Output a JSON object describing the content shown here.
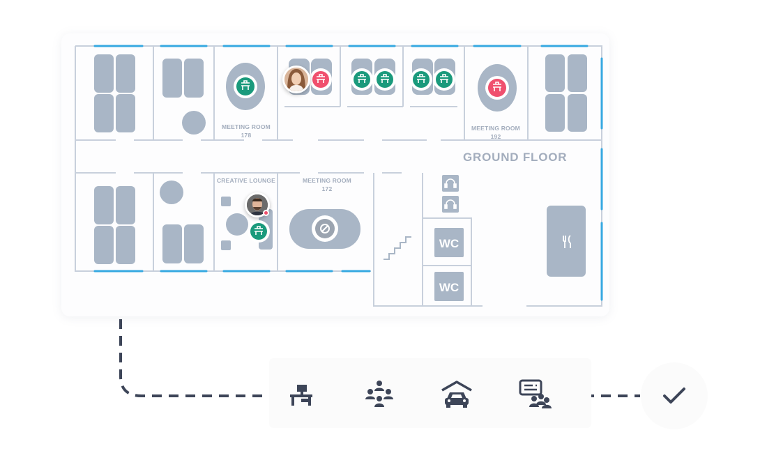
{
  "floor": {
    "title": "GROUND FLOOR"
  },
  "rooms": {
    "meeting_178": {
      "name": "MEETING ROOM",
      "number": "178"
    },
    "meeting_192": {
      "name": "MEETING ROOM",
      "number": "192"
    },
    "creative_lounge": {
      "name": "CREATIVE LOUNGE"
    },
    "meeting_172": {
      "name": "MEETING ROOM",
      "number": "172"
    }
  },
  "wc": {
    "label_1": "WC",
    "label_2": "WC"
  },
  "icons": {
    "desk": "desk-icon",
    "team": "team-icon",
    "parking": "parking-garage-icon",
    "meeting": "meeting-room-icon",
    "confirm": "checkmark-icon",
    "phone_booth": "headset-icon",
    "cafeteria": "fork-knife-icon",
    "stairs": "stairs-icon"
  },
  "colors": {
    "available": "#1a9a7c",
    "occupied": "#f0506e",
    "blocked": "#9ba4b0",
    "window": "#36a9e1",
    "wall": "#c8d0dc",
    "furniture": "#a9b6c6",
    "path": "#3d4558"
  }
}
